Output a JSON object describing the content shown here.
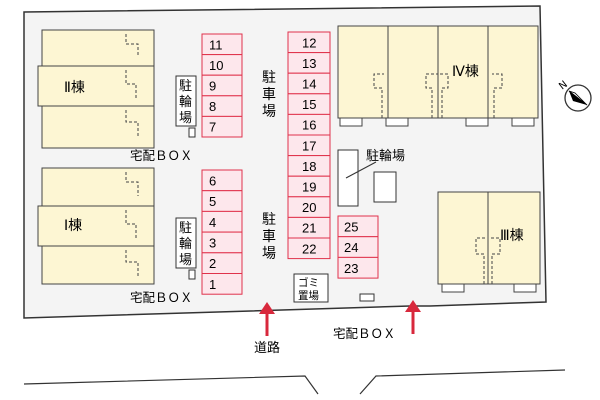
{
  "buildings": {
    "b2": {
      "label": "Ⅱ棟"
    },
    "b1": {
      "label": "Ⅰ棟"
    },
    "b4": {
      "label": "Ⅳ棟"
    },
    "b3": {
      "label": "Ⅲ棟"
    }
  },
  "bike_parking": {
    "upper_left": "駐輪場",
    "lower_left": "駐輪場",
    "center": "駐輪場"
  },
  "car_parking": {
    "upper_label": "駐車場",
    "lower_label": "駐車場",
    "left_upper_spaces": [
      "11",
      "10",
      "9",
      "8",
      "7"
    ],
    "left_lower_spaces": [
      "6",
      "5",
      "4",
      "3",
      "2",
      "1"
    ],
    "center_spaces": [
      "12",
      "13",
      "14",
      "15",
      "16",
      "17",
      "18",
      "19",
      "20",
      "21",
      "22"
    ],
    "small_spaces": [
      "25",
      "24",
      "23"
    ]
  },
  "delivery_box": {
    "upper": "宅配ＢＯＸ",
    "lower": "宅配ＢＯＸ",
    "bottom": "宅配ＢＯＸ"
  },
  "garbage": {
    "label_line1": "ゴミ",
    "label_line2": "置場"
  },
  "road": {
    "label": "道路"
  },
  "compass": {
    "icon": "north-arrow-icon"
  },
  "colors": {
    "building_fill": "#fdf6d3",
    "parking_fill": "#fde7ec",
    "parking_stroke": "#e0324b",
    "arrow": "#d8283c",
    "line": "#333333"
  }
}
